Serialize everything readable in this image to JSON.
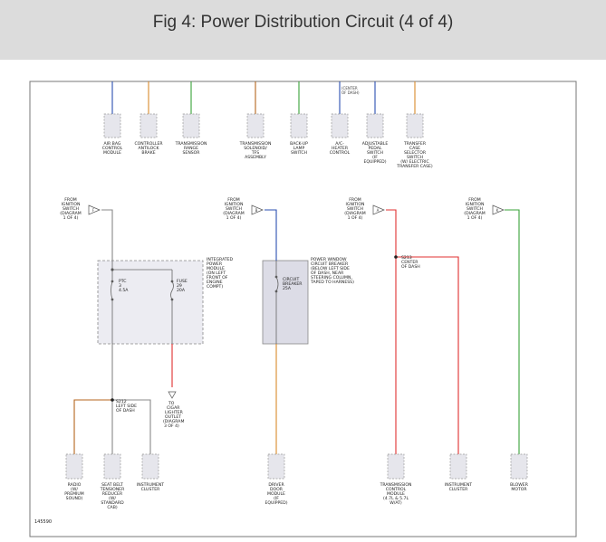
{
  "header": {
    "title": "Fig 4: Power Distribution Circuit (4 of 4)"
  },
  "colors": {
    "header_bg": "#dcdcdc",
    "wire_blue": "#2b4fb0",
    "wire_red": "#e03030",
    "wire_orange": "#d98a2b",
    "wire_green": "#3aa33a",
    "wire_brown": "#b5651d",
    "wire_gray": "#888888"
  },
  "top_modules": [
    {
      "label": [
        "AIR BAG",
        "CONTROL",
        "MODULE"
      ]
    },
    {
      "label": [
        "CONTROLLER",
        "ANTILOCK",
        "BRAKE"
      ]
    },
    {
      "label": [
        "TRANSMISSION",
        "RANGE",
        "SENSOR"
      ]
    },
    {
      "label": [
        "TRANSMISSION",
        "SOLENOID/",
        "TFS",
        "ASSEMBLY"
      ]
    },
    {
      "label": [
        "BACK-UP",
        "LAMP",
        "SWITCH"
      ]
    },
    {
      "label": [
        "A/C-",
        "HEATER",
        "CONTROL"
      ]
    },
    {
      "label": [
        "ADJUSTABLE",
        "PEDAL",
        "SWITCH",
        "(IF",
        "EQUIPPED)"
      ]
    },
    {
      "label": [
        "TRANSFER",
        "CASE",
        "SELECTOR",
        "SWITCH",
        "(W/ ELECTRIC",
        "TRANSFER CASE)"
      ]
    }
  ],
  "center_of_dash_note": [
    "(CENTER",
    "OF DASH)"
  ],
  "ignition_sources": [
    {
      "label": [
        "FROM",
        "IGNITION",
        "SWITCH",
        "(DIAGRAM",
        "1 OF 4)"
      ],
      "letter": "F"
    },
    {
      "label": [
        "FROM",
        "IGNITION",
        "SWITCH",
        "(DIAGRAM",
        "1 OF 4)"
      ],
      "letter": "B"
    },
    {
      "label": [
        "FROM",
        "IGNITION",
        "SWITCH",
        "(DIAGRAM",
        "1 OF 4)"
      ],
      "letter": "A"
    },
    {
      "label": [
        "FROM",
        "IGNITION",
        "SWITCH",
        "(DIAGRAM",
        "1 OF 4)"
      ],
      "letter": "K"
    }
  ],
  "ipm_label": [
    "INTEGRATED",
    "POWER",
    "MODULE",
    "(ON LEFT",
    "FRONT OF",
    "ENGINE",
    "COMPT)"
  ],
  "ptc": [
    "PTC",
    "3",
    "4.5A"
  ],
  "fuse": [
    "FUSE",
    "29",
    "20A"
  ],
  "breaker_label": [
    "POWER WINDOW",
    "CIRCUIT BREAKER",
    "(BELOW LEFT SIDE",
    "OF DASH, NEAR",
    "STEERING COLUMN,",
    "TAPED TO HARNESS)"
  ],
  "breaker": [
    "CIRCUIT",
    "BREAKER",
    "25A"
  ],
  "splice_left": [
    "S212",
    "LEFT SIDE",
    "OF DASH"
  ],
  "splice_right": [
    "S213",
    "CENTER",
    "OF DASH"
  ],
  "cigar": [
    "TO",
    "CIGAR",
    "LIGHTER",
    "OUTLET",
    "(DIAGRAM",
    "3 OF 4)"
  ],
  "bottom_modules": [
    {
      "label": [
        "RADIO",
        "(W/",
        "PREMIUM",
        "SOUND)"
      ]
    },
    {
      "label": [
        "SEAT BELT",
        "TENSIONER",
        "REDUCER",
        "(W/",
        "STANDARD",
        "CAB)"
      ]
    },
    {
      "label": [
        "INSTRUMENT",
        "CLUSTER"
      ]
    },
    {
      "label": [
        "DRIVER",
        "DOOR",
        "MODULE",
        "(IF",
        "EQUIPPED)"
      ]
    },
    {
      "label": [
        "TRANSMISSION",
        "CONTROL",
        "MODULE",
        "(4.7L & 5.7L",
        "W/AT)"
      ]
    },
    {
      "label": [
        "INSTRUMENT",
        "CLUSTER"
      ]
    },
    {
      "label": [
        "BLOWER",
        "MOTOR"
      ]
    }
  ],
  "diagram_id": "145590"
}
